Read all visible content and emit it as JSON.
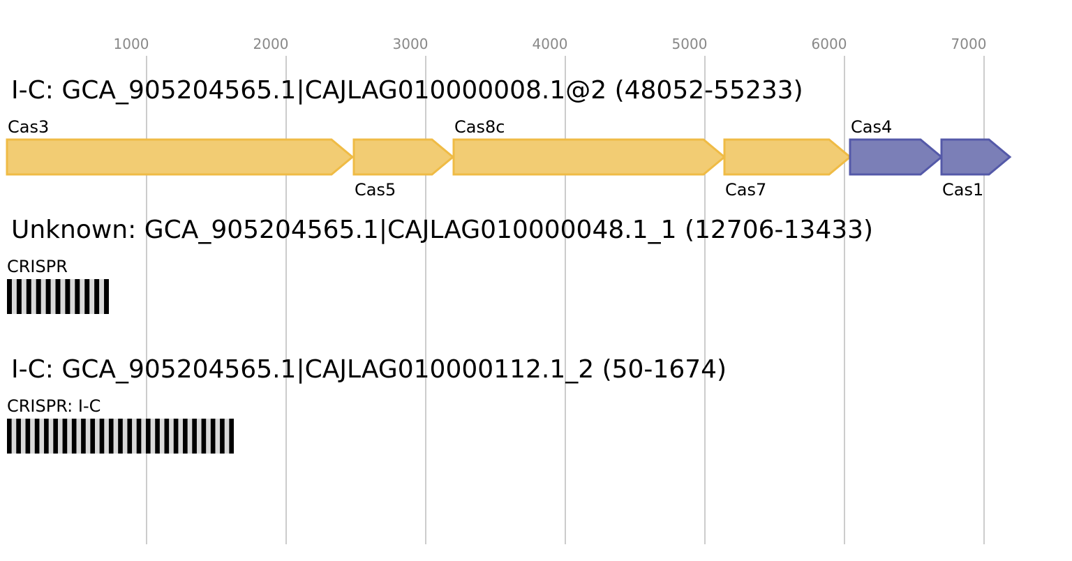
{
  "axis": {
    "ticks": [
      "1000",
      "2000",
      "3000",
      "4000",
      "5000",
      "6000",
      "7000"
    ],
    "tick_values": [
      1000,
      2000,
      3000,
      4000,
      5000,
      6000,
      7000
    ],
    "tick_color": "#888888",
    "gridline_color": "#bbbbbb"
  },
  "colors": {
    "gold_fill": "#f2cc73",
    "gold_stroke": "#efbb45",
    "blue_fill": "#7b7fb7",
    "blue_stroke": "#5459a8",
    "crispr": "#000000"
  },
  "tracks": [
    {
      "title": "I-C: GCA_905204565.1|CAJLAG010000008.1@2 (48052-55233)",
      "genes": [
        {
          "label": "Cas3",
          "start": 0,
          "end": 2475,
          "color": "gold",
          "label_pos": "above"
        },
        {
          "label": "Cas5",
          "start": 2485,
          "end": 3195,
          "color": "gold",
          "label_pos": "below"
        },
        {
          "label": "Cas8c",
          "start": 3200,
          "end": 5140,
          "color": "gold",
          "label_pos": "above"
        },
        {
          "label": "Cas7",
          "start": 5140,
          "end": 6040,
          "color": "gold",
          "label_pos": "below"
        },
        {
          "label": "Cas4",
          "start": 6040,
          "end": 6695,
          "color": "blue",
          "label_pos": "above"
        },
        {
          "label": "Cas1",
          "start": 6695,
          "end": 7185,
          "color": "blue",
          "label_pos": "below"
        }
      ]
    },
    {
      "title": "Unknown: GCA_905204565.1|CAJLAG010000048.1_1 (12706-13433)",
      "crispr": {
        "label": "CRISPR",
        "start": 0,
        "end": 730,
        "repeats": 11
      }
    },
    {
      "title": "I-C: GCA_905204565.1|CAJLAG010000112.1_2 (50-1674)",
      "crispr": {
        "label": "CRISPR: I-C",
        "start": 0,
        "end": 1625,
        "repeats": 25
      }
    }
  ]
}
